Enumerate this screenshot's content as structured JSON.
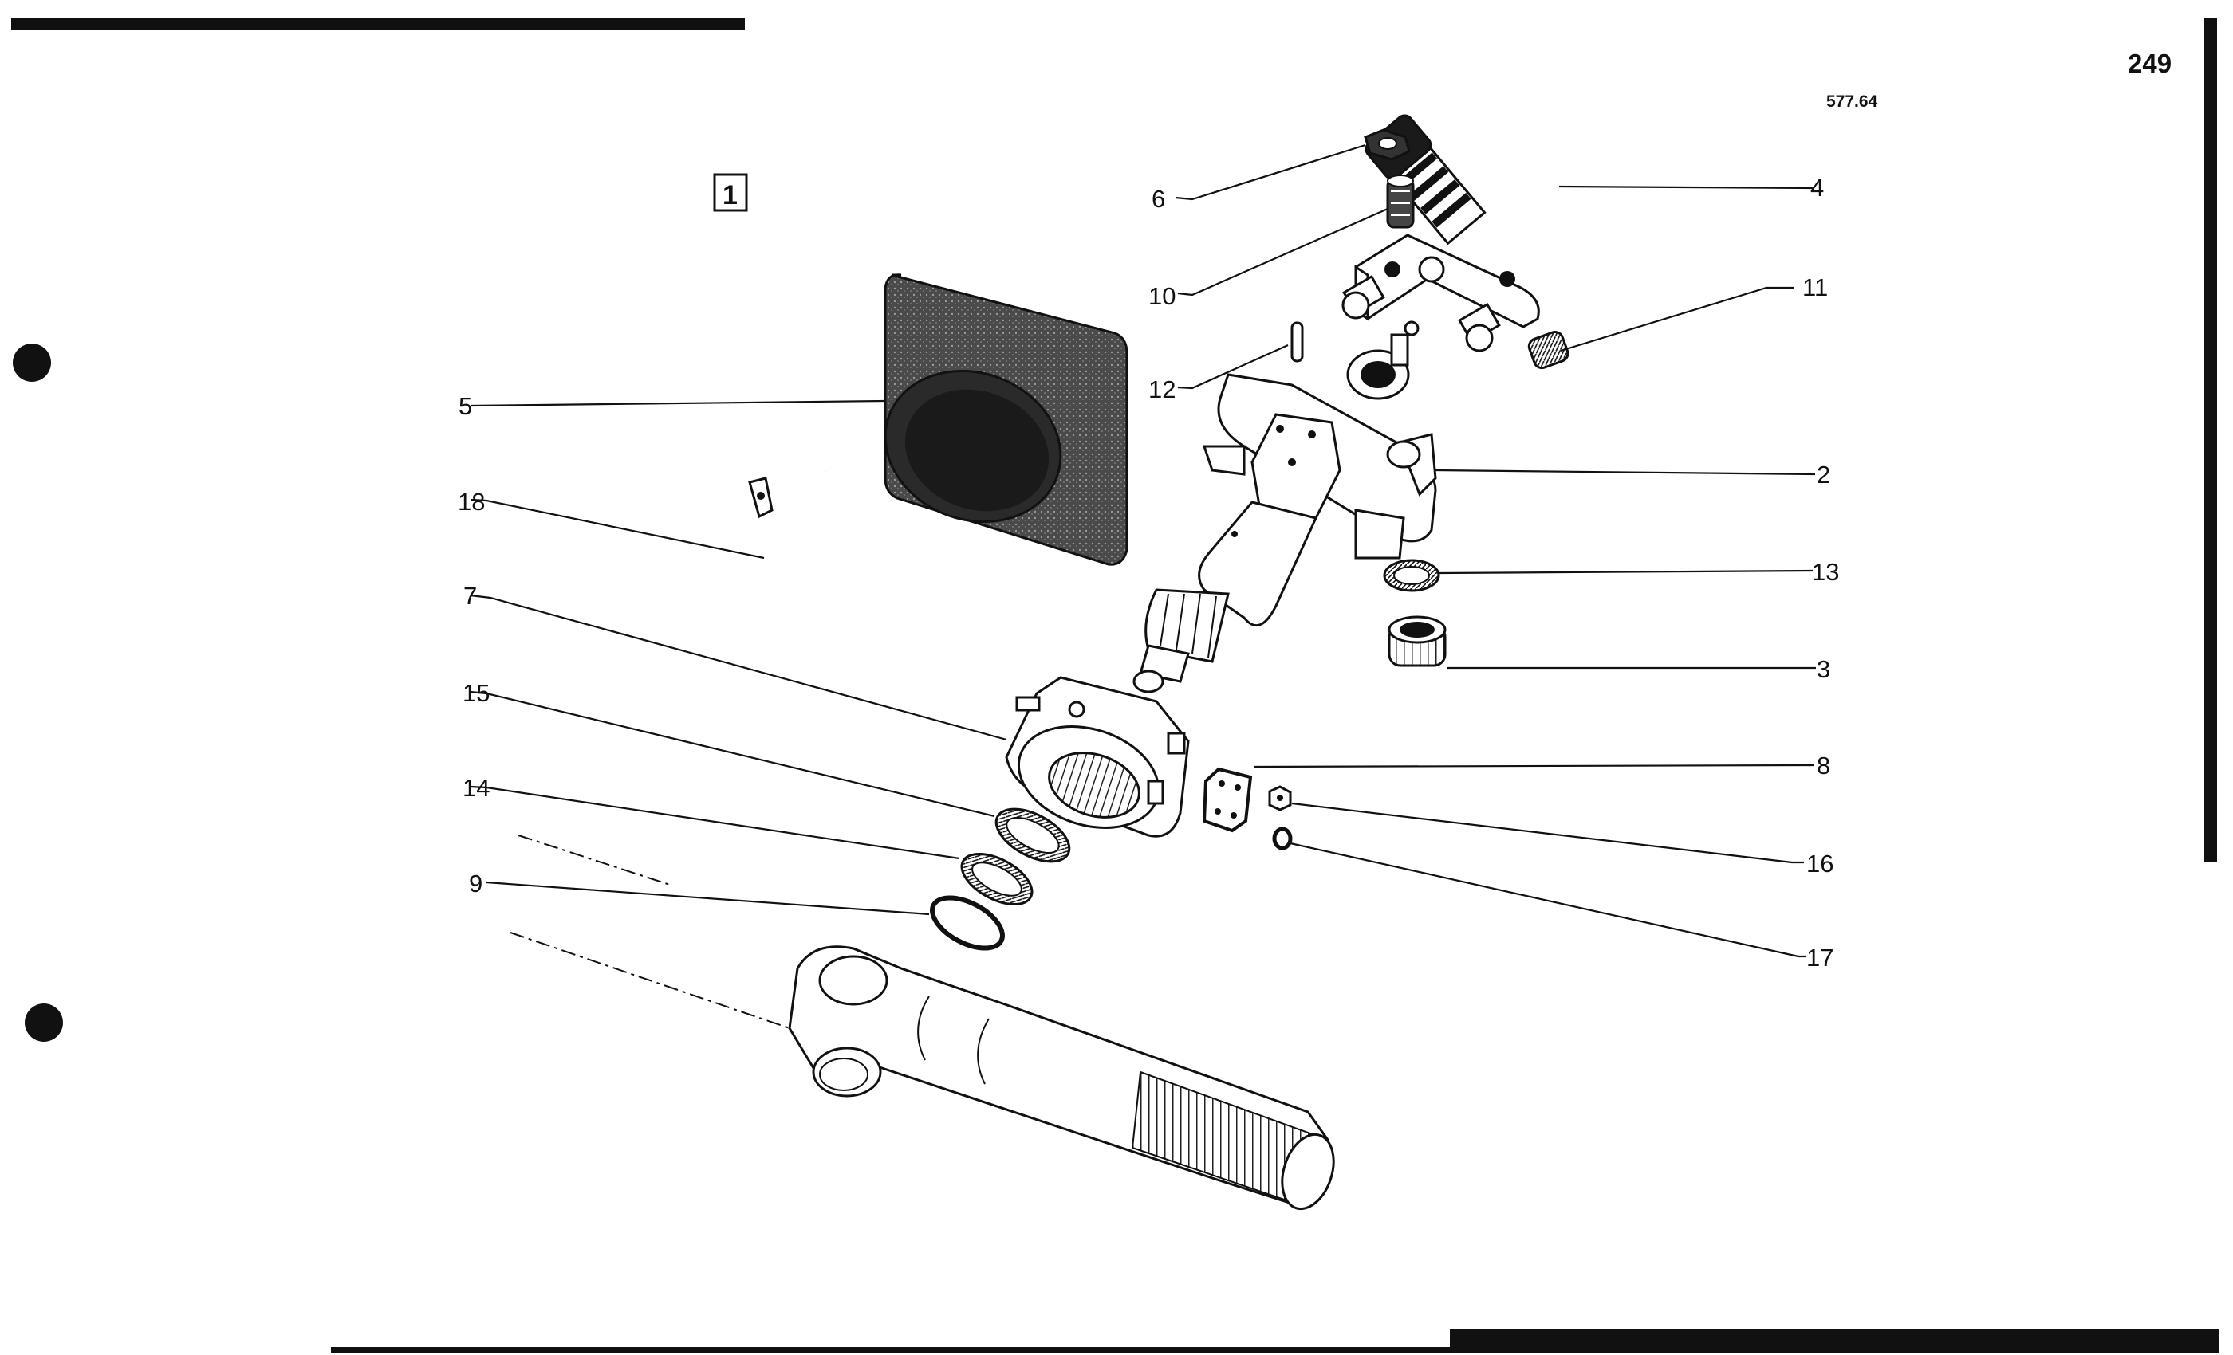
{
  "page": {
    "page_number": "249",
    "reference": "577.64",
    "figure_label": "1"
  },
  "callouts": [
    {
      "id": "2",
      "label": "2"
    },
    {
      "id": "3",
      "label": "3"
    },
    {
      "id": "4",
      "label": "4"
    },
    {
      "id": "5",
      "label": "5"
    },
    {
      "id": "6",
      "label": "6"
    },
    {
      "id": "7",
      "label": "7"
    },
    {
      "id": "8",
      "label": "8"
    },
    {
      "id": "9",
      "label": "9"
    },
    {
      "id": "10",
      "label": "10"
    },
    {
      "id": "11",
      "label": "11"
    },
    {
      "id": "12",
      "label": "12"
    },
    {
      "id": "13",
      "label": "13"
    },
    {
      "id": "14",
      "label": "14"
    },
    {
      "id": "15",
      "label": "15"
    },
    {
      "id": "16",
      "label": "16"
    },
    {
      "id": "17",
      "label": "17"
    },
    {
      "id": "18",
      "label": "18"
    }
  ],
  "colors": {
    "ink": "#111111",
    "paper": "#ffffff",
    "shade": "#5a5a5a"
  }
}
